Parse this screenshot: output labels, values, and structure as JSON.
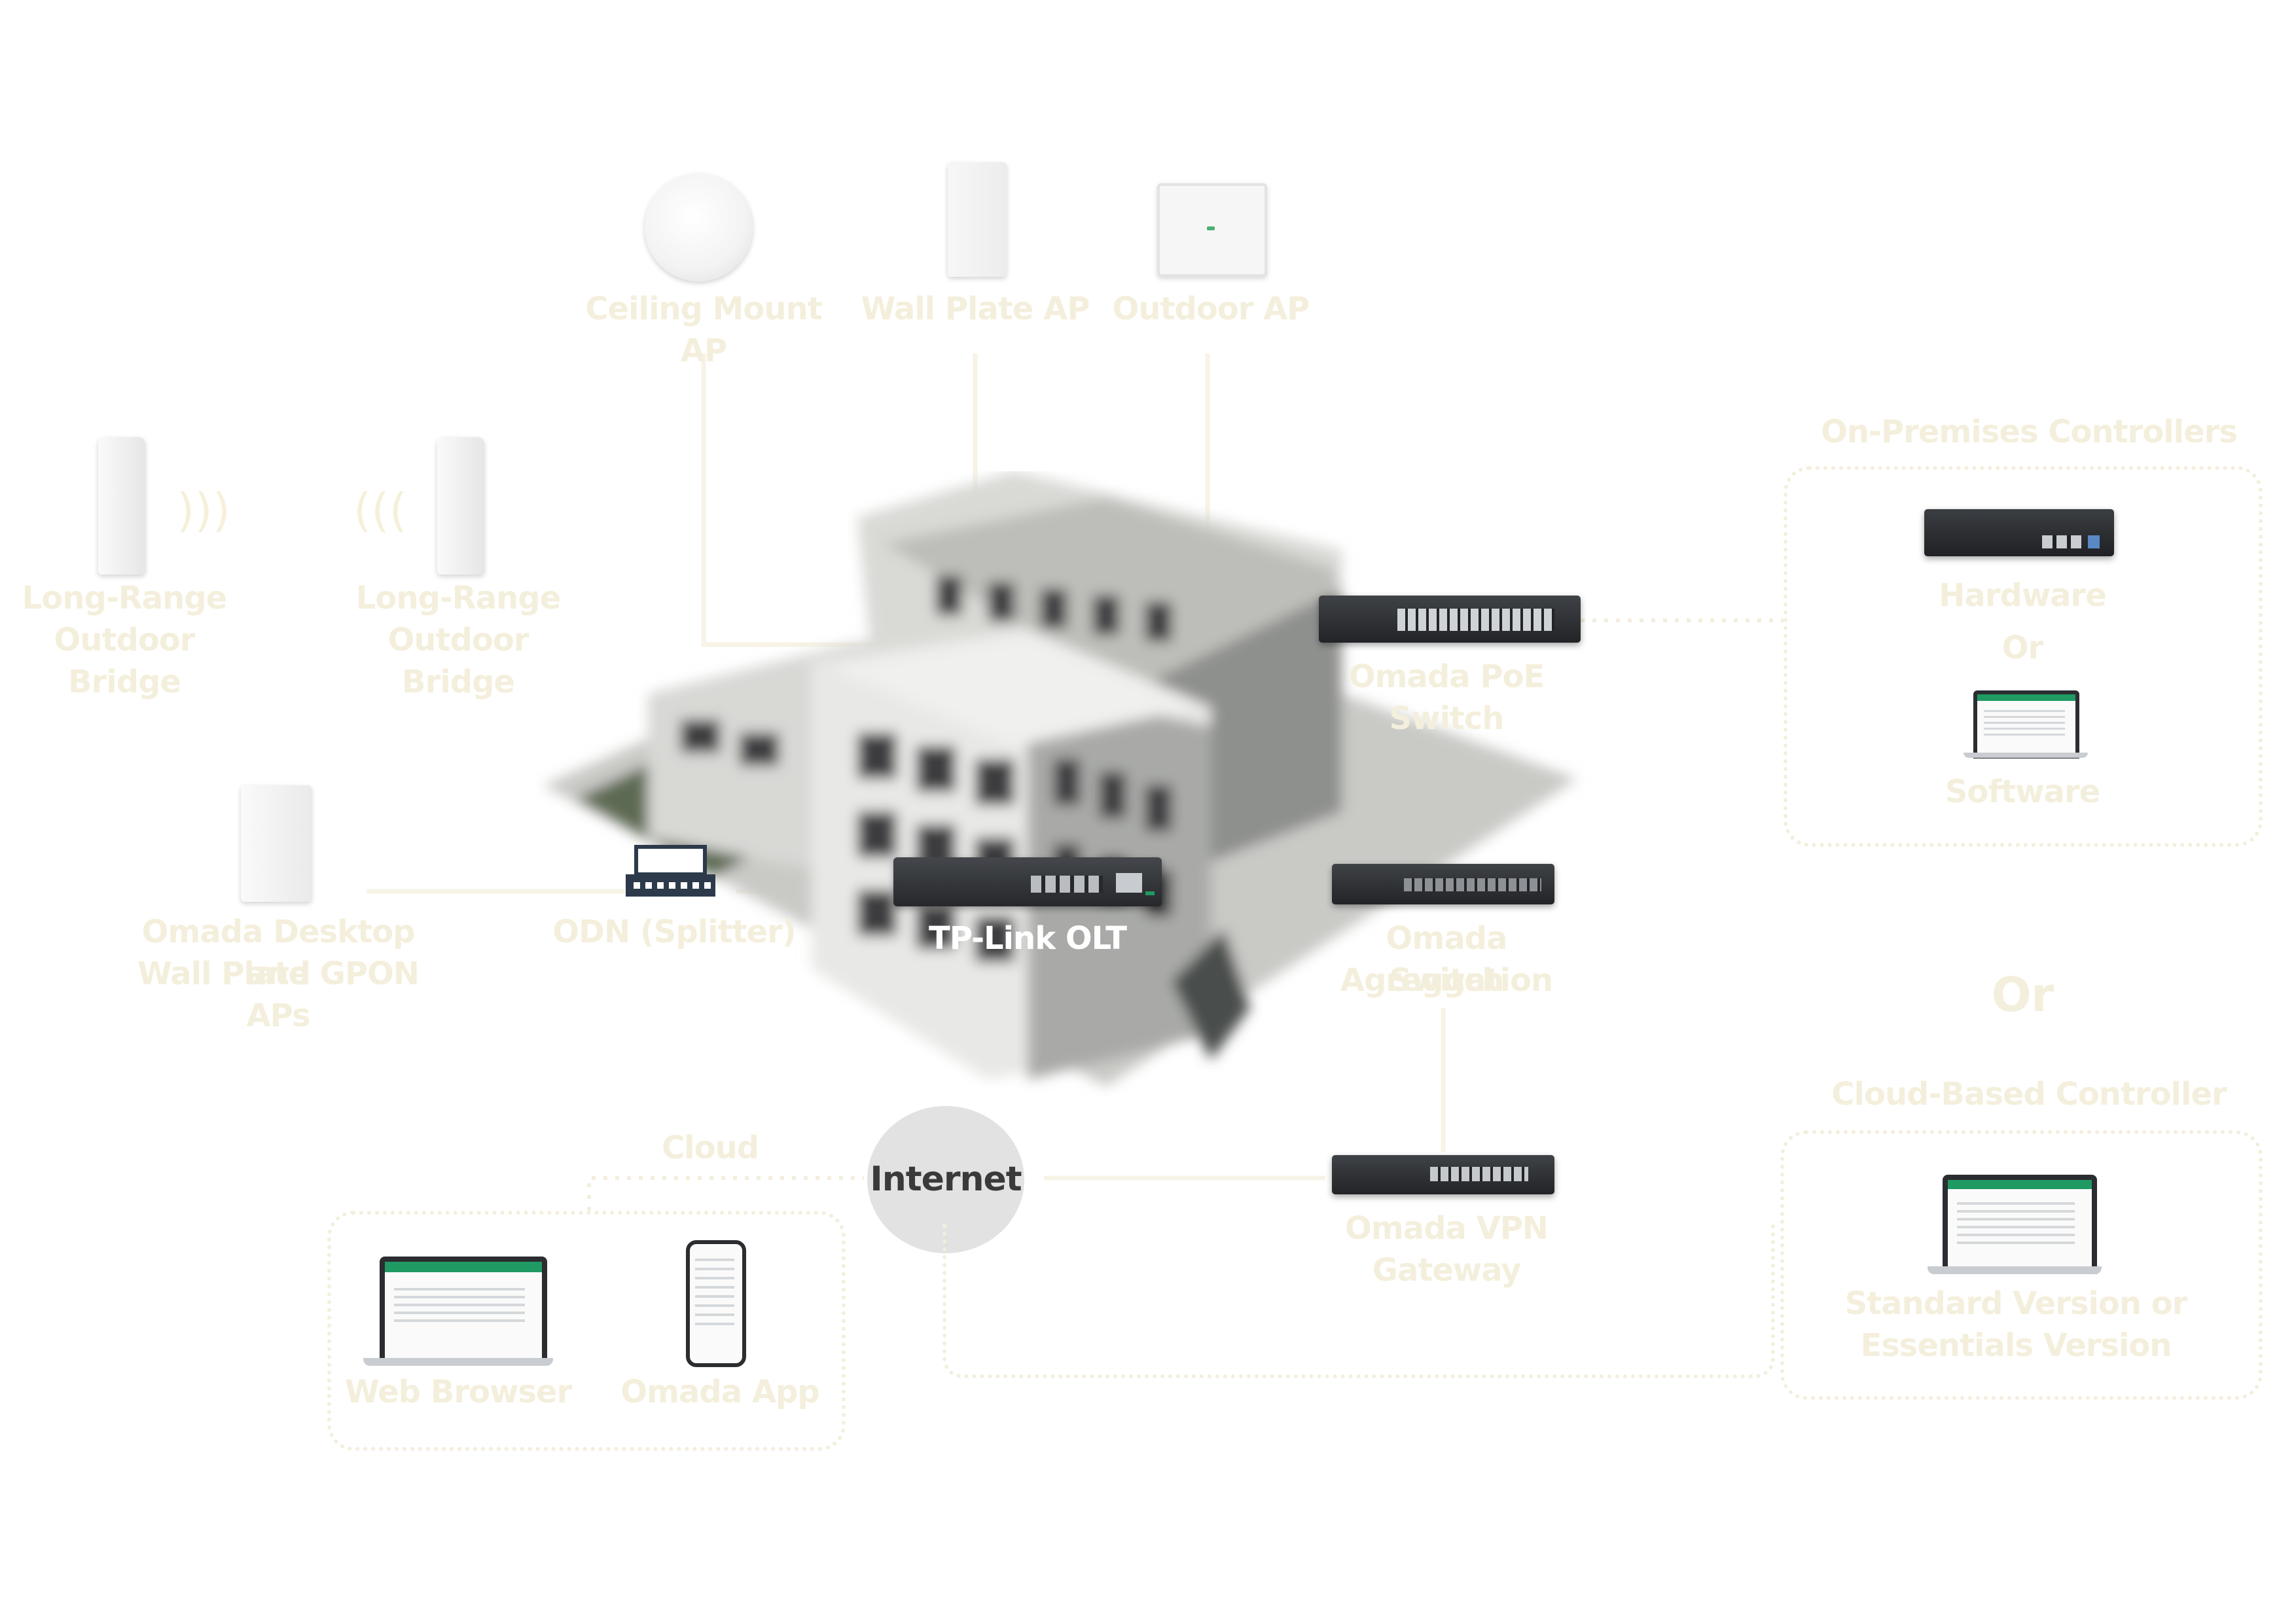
{
  "labels": {
    "ceiling_ap": "Ceiling Mount AP",
    "wall_plate_ap": "Wall Plate AP",
    "outdoor_ap": "Outdoor AP",
    "bridge_left_1": "Long-Range",
    "bridge_left_2": "Outdoor Bridge",
    "bridge_right_1": "Long-Range",
    "bridge_right_2": "Outdoor Bridge",
    "gpon_ap_1": "Omada Desktop and",
    "gpon_ap_2": "Wall Plate GPON APs",
    "odn": "ODN (Splitter)",
    "olt": "TP-Link OLT",
    "poe_switch_1": "Omada PoE",
    "poe_switch_2": "Switch",
    "agg_switch_1": "Omada Agreggation",
    "agg_switch_2": "Switch",
    "vpn_gateway_1": "Omada VPN",
    "vpn_gateway_2": "Gateway",
    "internet": "Internet",
    "cloud": "Cloud",
    "web_browser": "Web Browser",
    "omada_app": "Omada App",
    "on_prem_title": "On-Premises Controllers",
    "hardware": "Hardware",
    "or_small": "Or",
    "software": "Software",
    "or_big": "Or",
    "cloud_controller_title": "Cloud-Based Controller",
    "standard_version_1": "Standard Version or",
    "essentials_version_2": "Essentials Version"
  },
  "colors": {
    "faded_label": "#f4efdc",
    "line": "#f6f2e3",
    "device_dark": "#2f3236",
    "internet_circle": "#e2e2e2",
    "accent_green": "#1f9a63"
  },
  "icons": [
    "ceiling-ap-icon",
    "wall-plate-ap-icon",
    "outdoor-ap-icon",
    "outdoor-bridge-icon",
    "wifi-signal-icon",
    "gpon-ap-icon",
    "splitter-icon",
    "olt-icon",
    "poe-switch-icon",
    "aggregation-switch-icon",
    "vpn-gateway-icon",
    "hardware-controller-icon",
    "laptop-icon",
    "phone-icon",
    "building-illustration"
  ]
}
